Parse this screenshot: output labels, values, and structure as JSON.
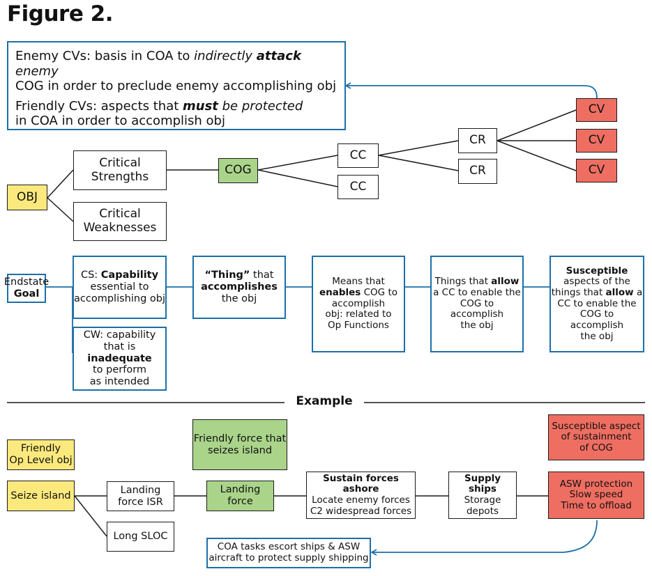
{
  "title": "Figure 2.",
  "note": {
    "enemy_prefix": "Enemy CVs: basis in COA to ",
    "enemy_italic": "indirectly ",
    "enemy_bolditalic": "attack",
    "enemy_italic2": " enemy",
    "enemy_line2": "COG in order to preclude enemy accomplishing obj",
    "friendly_prefix": "Friendly CVs: aspects that ",
    "friendly_bolditalic": "must",
    "friendly_italic": " be protected",
    "friendly_line2": "in COA in order to accomplish obj"
  },
  "top": {
    "obj": "OBJ",
    "critical_strengths": [
      "Critical",
      "Strengths"
    ],
    "critical_weaknesses": [
      "Critical",
      "Weaknesses"
    ],
    "cog": "COG",
    "cc": "CC",
    "cr": "CR",
    "cv": "CV"
  },
  "defs": {
    "endstate": "Endstate",
    "goal": "Goal",
    "cs": {
      "a": "CS: ",
      "b": "Capability",
      "c": "essential to",
      "d": "accomplishing obj"
    },
    "cw": {
      "a": "CW: capability",
      "b": "that is ",
      "c": "inadequate",
      "d": "to perform",
      "e": "as intended"
    },
    "thing": {
      "a": "“Thing”",
      "b": " that",
      "c": "accomplishes",
      "d": "the obj"
    },
    "means": {
      "a": "Means that",
      "b": "enables",
      "c": " COG to",
      "d": "accomplish",
      "e": "obj: related to",
      "f": "Op Functions"
    },
    "allow": {
      "a": "Things that ",
      "b": "allow",
      "c": "a CC to enable the",
      "d": "COG to",
      "e": "accomplish",
      "f": "the obj"
    },
    "susceptible": {
      "a": "Susceptible",
      "b": "aspects of the",
      "c": "things that ",
      "d": "allow",
      "e": " a",
      "f": "CC to enable the",
      "g": "COG to",
      "h": "accomplish",
      "i": "the obj"
    }
  },
  "example_label": "Example",
  "example": {
    "friendly_obj": [
      "Friendly",
      "Op Level obj"
    ],
    "seize": "Seize island",
    "landing_isr": [
      "Landing",
      "force ISR"
    ],
    "long_sloc": "Long SLOC",
    "friendly_force": [
      "Friendly force that",
      "seizes island"
    ],
    "landing_force": [
      "Landing",
      "force"
    ],
    "sustain": [
      "Sustain forces ashore",
      "Locate enemy forces",
      "C2 widespread forces"
    ],
    "supply": [
      "Supply ships",
      "Storage",
      "depots"
    ],
    "susceptible_aspect": [
      "Susceptible aspect",
      "of sustainment",
      "of COG"
    ],
    "asw": [
      "ASW protection",
      "Slow speed",
      "Time to offload"
    ],
    "coa_tasks": [
      "COA tasks escort ships & ASW",
      "aircraft to protect supply shipping"
    ]
  },
  "colors": {
    "yellow": "#fbe97d",
    "green": "#aad48a",
    "red": "#ef6e62",
    "blue": "#1b6fa8",
    "black": "#1a1a1a"
  }
}
